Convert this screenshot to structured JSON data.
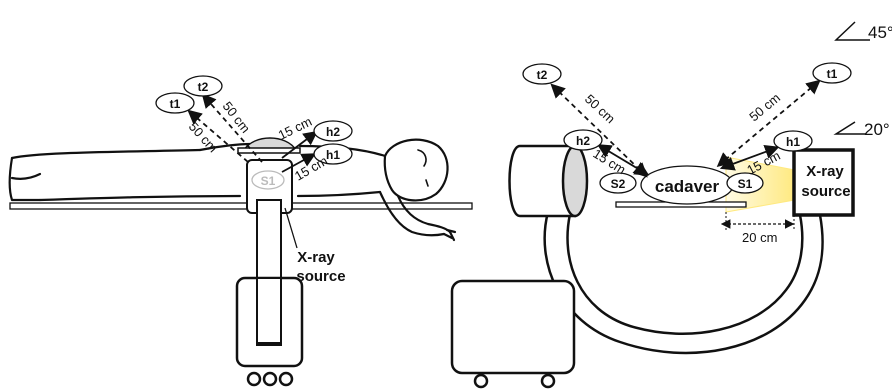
{
  "angle_labels": {
    "large": "45°",
    "small": "20°"
  },
  "left_view": {
    "points": {
      "t1": "t1",
      "t2": "t2",
      "h1": "h1",
      "h2": "h2",
      "s1": "S1"
    },
    "distances": {
      "t1": "50 cm",
      "t2": "50 cm",
      "h2": "15 cm",
      "h1": "15 cm"
    },
    "source_label": [
      "X-ray",
      "source"
    ]
  },
  "right_view": {
    "points": {
      "t1": "t1",
      "t2": "t2",
      "h1": "h1",
      "h2": "h2",
      "s1": "S1",
      "s2": "S2"
    },
    "cadaver": "cadaver",
    "distances": {
      "t2": "50 cm",
      "t1": "50 cm",
      "h2": "15 cm",
      "h1": "15 cm",
      "gap": "20 cm"
    },
    "source_label": [
      "X-ray",
      "source"
    ]
  },
  "colors": {
    "beam": "#fff3a0",
    "beam_edge": "#ffe66a",
    "line": "#111111",
    "faded": "#bbbbbb"
  }
}
